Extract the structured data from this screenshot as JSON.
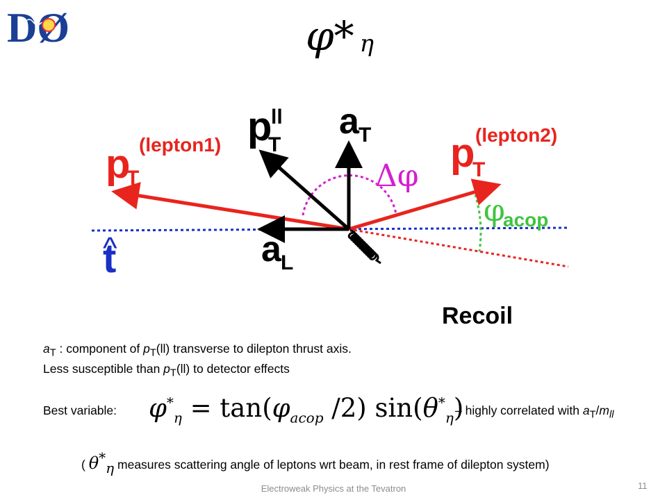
{
  "slide": {
    "logo_text": "DØ",
    "title": "φ*",
    "title_sub": "η",
    "diagram": {
      "label_pt_lepton1_main": "p",
      "label_pt_lepton1_sub": "T",
      "label_pt_lepton1_sup": "(lepton1)",
      "label_pt_ll_main": "p",
      "label_pt_ll_sup": "ll",
      "label_pt_ll_sub": "T",
      "label_at_main": "a",
      "label_at_sub": "T",
      "label_pt_lepton2_main": "p",
      "label_pt_lepton2_sub": "T",
      "label_pt_lepton2_sup": "(lepton2)",
      "label_delta_phi": "Δφ",
      "label_phi_acop_main": "φ",
      "label_phi_acop_sub": "acop",
      "label_t_hat": "t",
      "label_t_hat_accent": "^",
      "label_al_main": "a",
      "label_al_sub": "L",
      "label_recoil": "Recoil",
      "colors": {
        "red": "#e8241e",
        "blue": "#1a2fc6",
        "magenta": "#d41fd0",
        "green": "#3fc43f",
        "black": "#000000"
      }
    },
    "text": {
      "line1_a": "a",
      "line1_a_sub": "T",
      "line1_mid": " : component of ",
      "line1_p": "p",
      "line1_p_sub": "T",
      "line1_end": "(ll) transverse to dilepton thrust axis.",
      "line2_start": "Less susceptible than ",
      "line2_p": "p",
      "line2_p_sub": "T",
      "line2_end": "(ll) to detector effects",
      "best_label": "Best variable:",
      "formula_phi": "φ",
      "formula_star": "*",
      "formula_eta": "η",
      "formula_eq": " = tan(",
      "formula_phi2": "φ",
      "formula_acop": "acop",
      "formula_mid": " /2) sin(",
      "formula_theta": "θ",
      "formula_star2": "*",
      "formula_eta2": "η",
      "formula_close": ")",
      "corr_start": "– highly correlated with ",
      "corr_a": "a",
      "corr_a_sub": "T",
      "corr_slash": "/",
      "corr_m": "m",
      "corr_m_sub": "ll",
      "paren_open": "(",
      "paren_theta": "θ",
      "paren_star": "*",
      "paren_eta": "η",
      "paren_text": " measures scattering angle of leptons wrt beam, in rest frame of dilepton system)"
    },
    "footer": {
      "title": "Electroweak Physics at the Tevatron",
      "page": "11"
    }
  }
}
